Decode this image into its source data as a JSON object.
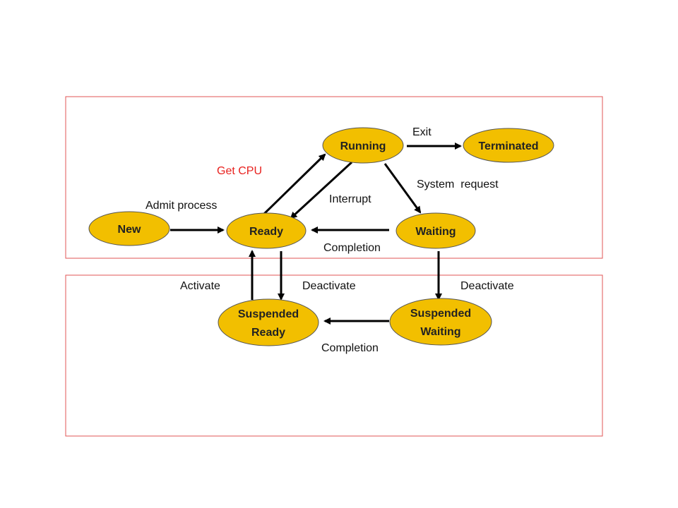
{
  "colors": {
    "region_border": "#e05555",
    "state_fill": "#f2bf00",
    "state_stroke": "#555555",
    "arrow": "#000000",
    "label_text": "#111111",
    "highlight_label": "#e8211e"
  },
  "states": {
    "new": "New",
    "ready": "Ready",
    "running": "Running",
    "terminated": "Terminated",
    "waiting": "Waiting",
    "suspended_ready_line1": "Suspended",
    "suspended_ready_line2": "Ready",
    "suspended_waiting_line1": "Suspended",
    "suspended_waiting_line2": "Waiting"
  },
  "transitions": {
    "admit_process": "Admit process",
    "get_cpu": "Get CPU",
    "interrupt": "Interrupt",
    "exit": "Exit",
    "system_request": "System  request",
    "completion_waiting_ready": "Completion",
    "activate": "Activate",
    "deactivate_ready": "Deactivate",
    "deactivate_waiting": "Deactivate",
    "completion_suspended": "Completion"
  }
}
